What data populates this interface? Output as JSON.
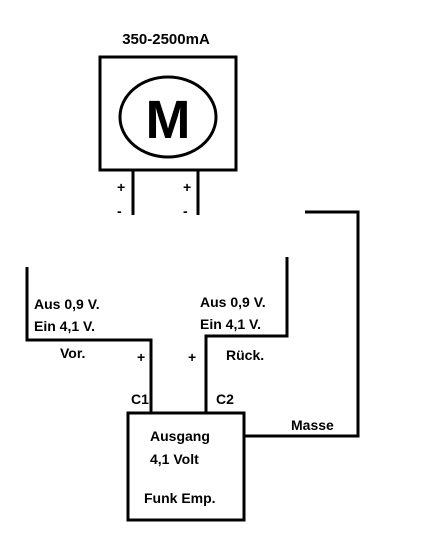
{
  "motor": {
    "current_label": "350-2500mA",
    "symbol": "M",
    "terminal_left_plus": "+",
    "terminal_left_minus": "-",
    "terminal_right_plus": "+",
    "terminal_right_minus": "-"
  },
  "left_wire": {
    "aus_label": "Aus 0,9 V.",
    "ein_label": "Ein 4,1 V.",
    "direction_label": "Vor.",
    "plus_label": "+",
    "channel_label": "C1"
  },
  "right_wire": {
    "aus_label": "Aus 0,9 V.",
    "ein_label": "Ein 4,1 V.",
    "direction_label": "Rück.",
    "plus_label": "+",
    "channel_label": "C2"
  },
  "ground": {
    "label": "Masse"
  },
  "receiver": {
    "output_label": "Ausgang",
    "voltage_label": "4,1 Volt",
    "name_label": "Funk Emp."
  },
  "colors": {
    "line": "#000000",
    "background": "#ffffff"
  }
}
